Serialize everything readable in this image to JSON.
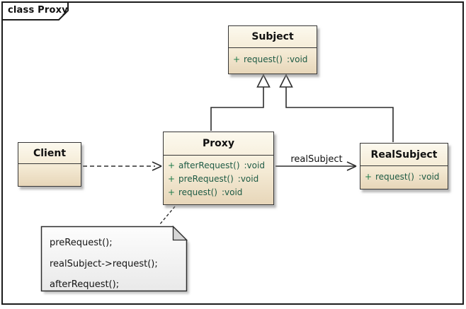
{
  "diagram": {
    "title": "class Proxy",
    "classes": {
      "subject": {
        "name": "Subject",
        "members": [
          {
            "visibility": "+",
            "name": "request()",
            "type": ":void"
          }
        ]
      },
      "proxy": {
        "name": "Proxy",
        "members": [
          {
            "visibility": "+",
            "name": "afterRequest()",
            "type": ":void"
          },
          {
            "visibility": "+",
            "name": "preRequest()",
            "type": ":void"
          },
          {
            "visibility": "+",
            "name": "request()",
            "type": ":void"
          }
        ]
      },
      "realsubject": {
        "name": "RealSubject",
        "members": [
          {
            "visibility": "+",
            "name": "request()",
            "type": ":void"
          }
        ]
      },
      "client": {
        "name": "Client",
        "members": []
      }
    },
    "relationships": {
      "association_label": "realSubject"
    },
    "note": {
      "lines": [
        "preRequest();",
        "realSubject->request();",
        "afterRequest();"
      ]
    },
    "colors": {
      "box_fill_top": "#fcf9ee",
      "box_fill_bottom": "#e7d6b9",
      "box_border": "#363636",
      "class_name_text": "#101010",
      "member_text": "#1d5a44",
      "plus_sign": "#1f7c4a",
      "note_fill_top": "#fdfdfd",
      "note_fill_bottom": "#e9e9e9",
      "note_fold": "#d6d6d6",
      "line_color": "#2d2d2d",
      "frame_color": "#1c1c1c",
      "label_text": "#101010"
    }
  }
}
